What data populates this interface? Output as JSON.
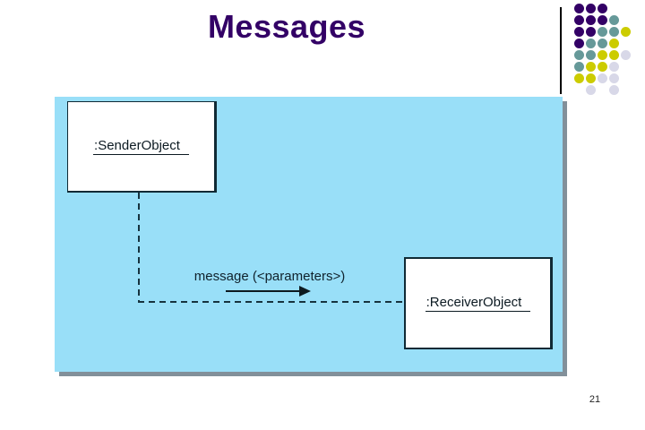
{
  "slide": {
    "title": "Messages",
    "page_number": "21"
  },
  "diagram": {
    "sender_label": ":SenderObject",
    "receiver_label": ":ReceiverObject",
    "message_label": "message (<parameters>)"
  },
  "decoration": {
    "dot_colors": {
      "P": "#330066",
      "T": "#669999",
      "Y": "#cccc00",
      "L": "#d8d8e8"
    },
    "dot_grid": [
      [
        "P",
        "P",
        "P",
        "",
        ""
      ],
      [
        "P",
        "P",
        "P",
        "T",
        ""
      ],
      [
        "P",
        "P",
        "T",
        "T",
        "Y"
      ],
      [
        "P",
        "T",
        "T",
        "Y",
        ""
      ],
      [
        "T",
        "T",
        "Y",
        "Y",
        "L"
      ],
      [
        "T",
        "Y",
        "Y",
        "L",
        ""
      ],
      [
        "Y",
        "Y",
        "L",
        "L",
        ""
      ],
      [
        "",
        "L",
        "",
        "L",
        ""
      ]
    ]
  },
  "colors": {
    "title_text": "#330066",
    "panel_background": "#99dff8",
    "panel_shadow": "#82909a",
    "accent_line": "#000000"
  }
}
